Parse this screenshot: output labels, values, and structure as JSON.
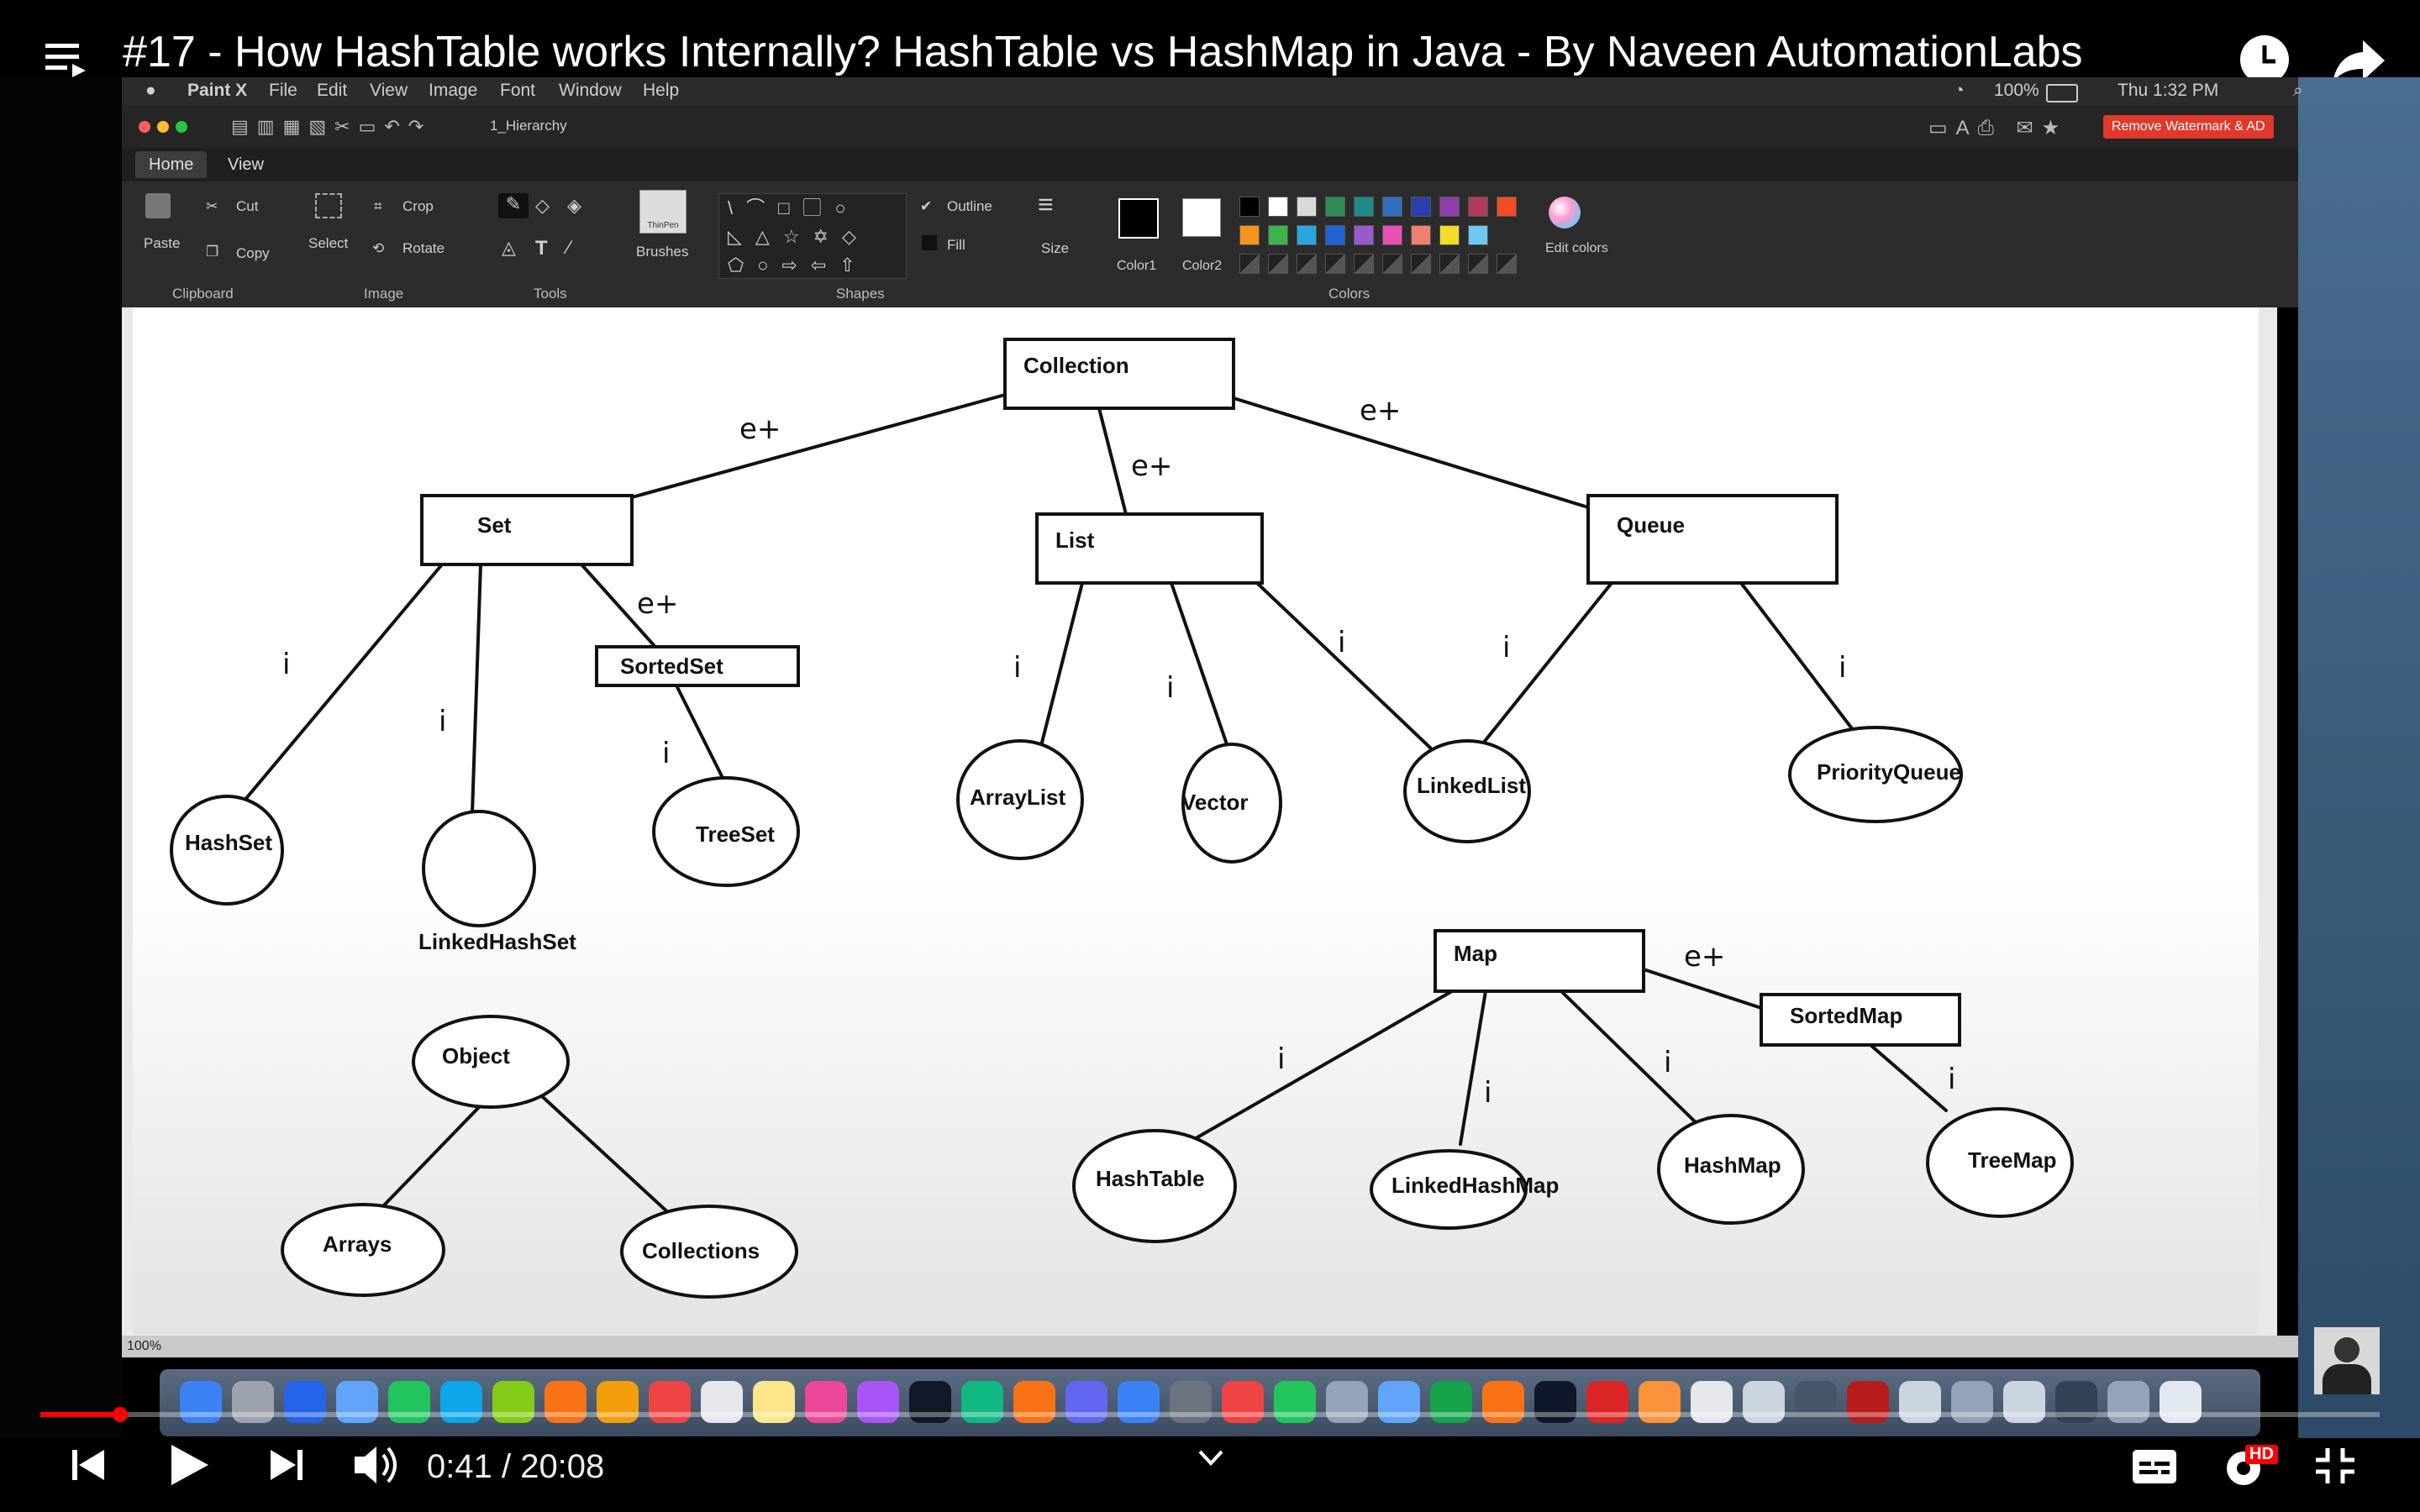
{
  "video": {
    "title": "#17 - How HashTable works Internally? HashTable vs HashMap in Java - By Naveen AutomationLabs",
    "time_current": "0:41",
    "time_total": "20:08",
    "time_display": "0:41 / 20:08",
    "progress": 0.034,
    "hd_badge": "HD"
  },
  "mac_menu": {
    "app": "Paint X",
    "items": [
      "File",
      "Edit",
      "View",
      "Image",
      "Font",
      "Window",
      "Help"
    ],
    "battery": "100%",
    "clock": "Thu 1:32 PM"
  },
  "paint": {
    "document_name": "1_Hierarchy",
    "watermark_button": "Remove Watermark & AD",
    "tabs": [
      "Home",
      "View"
    ],
    "clipboard": {
      "paste": "Paste",
      "cut": "Cut",
      "copy": "Copy",
      "group": "Clipboard"
    },
    "image": {
      "select": "Select",
      "crop": "Crop",
      "rotate": "Rotate",
      "group": "Image"
    },
    "tools": {
      "group": "Tools"
    },
    "brushes": {
      "label": "Brushes",
      "thumb": "ThinPen"
    },
    "shapes": {
      "outline": "Outline",
      "fill": "Fill",
      "group": "Shapes",
      "size": "Size"
    },
    "colors": {
      "color1": "Color1",
      "color2": "Color2",
      "edit": "Edit colors",
      "group": "Colors"
    },
    "zoom": "100%",
    "palette": [
      "#000000",
      "#ffffff",
      "#d9d9d9",
      "#2e8b57",
      "#1f8a8a",
      "#2f6fbf",
      "#2a3fae",
      "#8e3fae",
      "#b03a5b",
      "#f04d23",
      "#f7941d",
      "#3bb54a",
      "#2aa6df",
      "#1f63d6",
      "#9b59d0",
      "#e84fb4",
      "#f07f6f",
      "#f4dc2a",
      "#6fc8ef"
    ]
  },
  "diagram": {
    "nodes": {
      "collection": "Collection",
      "set": "Set",
      "list": "List",
      "queue": "Queue",
      "sortedset": "SortedSet",
      "hashset": "HashSet",
      "linkedhashset": "LinkedHashSet",
      "treeset": "TreeSet",
      "arraylist": "ArrayList",
      "vector": "Vector",
      "linkedlist": "LinkedList",
      "priorityqueue": "PriorityQueue",
      "map": "Map",
      "sortedmap": "SortedMap",
      "hashtable": "HashTable",
      "linkedhashmap": "LinkedHashMap",
      "hashmap": "HashMap",
      "treemap": "TreeMap",
      "object": "Object",
      "arrays": "Arrays",
      "collections": "Collections"
    },
    "notes": {
      "extends": "e+",
      "implements": "i"
    }
  }
}
